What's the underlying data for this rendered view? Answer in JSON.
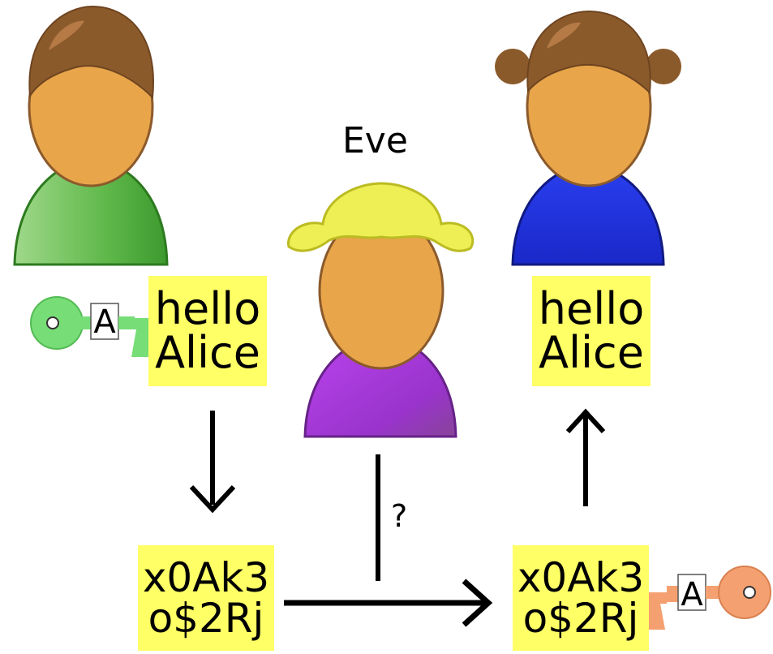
{
  "eve": {
    "name": "Eve"
  },
  "alice_side": {
    "plaintext": [
      "hello",
      "Alice"
    ],
    "key_letter": "A"
  },
  "bob_side": {
    "plaintext": [
      "hello",
      "Alice"
    ],
    "key_letter": "A"
  },
  "ciphertext": {
    "left": [
      "x0Ak3",
      "o$2Rj"
    ],
    "right": [
      "x0Ak3",
      "o$2Rj"
    ]
  },
  "intercept": {
    "symbol": "?"
  },
  "colors": {
    "skin": "#e8a54a",
    "hair": "#8b5a2b",
    "bob_shirt": "#66bb44",
    "alice_shirt": "#2233dd",
    "eve_shirt": "#aa33cc",
    "eve_hair": "#eeee55",
    "message_bg": "#ffff66",
    "alice_key": "#77dd77",
    "bob_key": "#f4a070"
  }
}
